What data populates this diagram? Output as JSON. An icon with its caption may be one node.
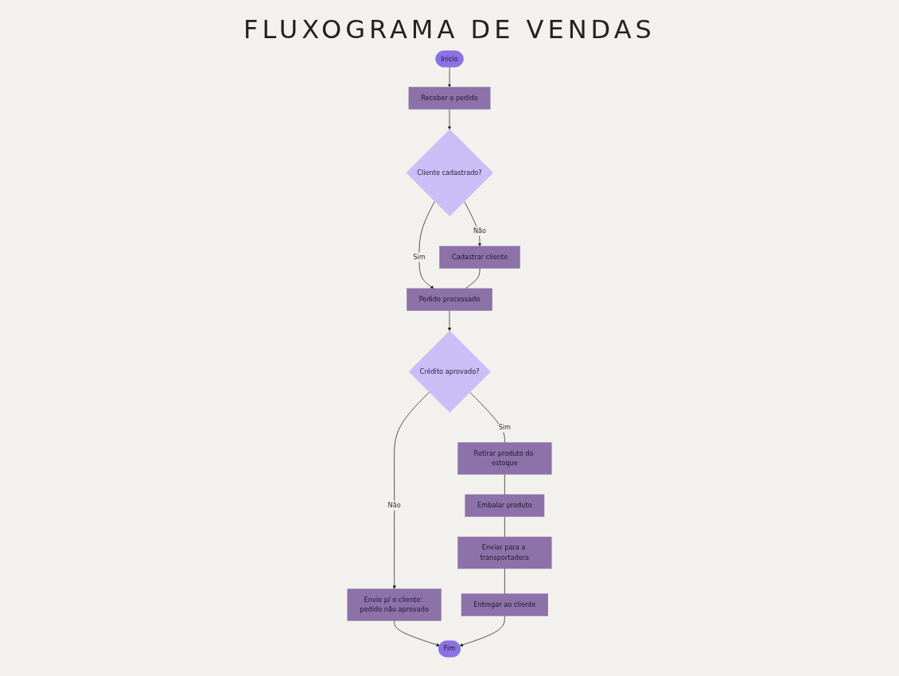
{
  "diagram": {
    "title": "FLUXOGRAMA DE VENDAS",
    "nodes": [
      {
        "text": [
          "Inicio"
        ]
      },
      {
        "text": [
          "Receber o pedido"
        ]
      },
      {
        "text": [
          "Cliente cadastrado?"
        ]
      },
      {
        "text": [
          "Pedido processado"
        ]
      },
      {
        "text": [
          "Cadastrar cliente"
        ]
      },
      {
        "text": [
          "Crédito aprovado?"
        ]
      },
      {
        "text": [
          "Envio p/ o cliente: pedido não aprovado"
        ]
      },
      {
        "text": [
          "Fim"
        ]
      },
      {
        "text": [
          "Retirar produto do estoque"
        ]
      },
      {
        "text": [
          "Embalar produto"
        ]
      },
      {
        "text": [
          "Enviar para a transportadora"
        ]
      },
      {
        "text": [
          "Entregar ao cliente"
        ]
      }
    ],
    "edges": [
      {
        "from": 0,
        "to": 1,
        "arrow": "to"
      },
      {
        "from": 1,
        "to": 2,
        "arrow": "to"
      },
      {
        "from": 2,
        "to": 3,
        "arrow": "to",
        "label": "Sim"
      },
      {
        "from": 2,
        "to": 4,
        "arrow": "to",
        "label": "Não"
      },
      {
        "from": 4,
        "to": 3,
        "arrow": "none"
      },
      {
        "from": 3,
        "to": 5,
        "arrow": "to"
      },
      {
        "from": 5,
        "to": 6,
        "arrow": "to",
        "label": "Não"
      },
      {
        "from": 6,
        "to": 7,
        "arrow": "to"
      },
      {
        "from": 5,
        "to": 8,
        "arrow": "none",
        "label": "Sim"
      },
      {
        "from": 8,
        "to": 9,
        "arrow": "none"
      },
      {
        "from": 9,
        "to": 10,
        "arrow": "none"
      },
      {
        "from": 10,
        "to": 11,
        "arrow": "none"
      },
      {
        "from": 11,
        "to": 7,
        "arrow": "to"
      }
    ]
  }
}
